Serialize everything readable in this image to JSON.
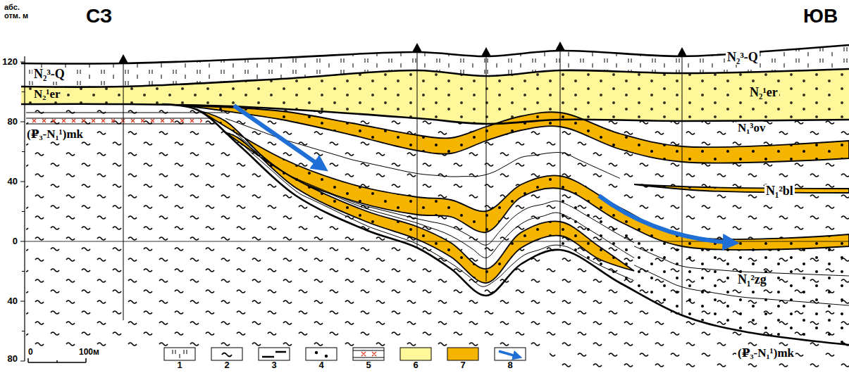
{
  "diagram": {
    "labels": [
      "абс. отм. м",
      "СЗ",
      "ЮВ",
      "120",
      "80",
      "40",
      "0",
      "40",
      "80",
      "N₂³-Q",
      "N₂¹er",
      "(₽₃-N₁¹)mk",
      "N₂³-Q",
      "N₂¹er",
      "N₁³ov",
      "N₁²bl",
      "N₁²zg",
      "(₽₃-N₁¹)mk",
      "0",
      "100м"
    ],
    "legend": [
      {
        "text": "1"
      },
      {
        "text": "2"
      },
      {
        "text": "3"
      },
      {
        "text": "4"
      },
      {
        "text": "5"
      },
      {
        "text": "6",
        "color": "#fff799"
      },
      {
        "text": "7",
        "color": "#f5b400"
      },
      {
        "text": "8"
      }
    ]
  }
}
